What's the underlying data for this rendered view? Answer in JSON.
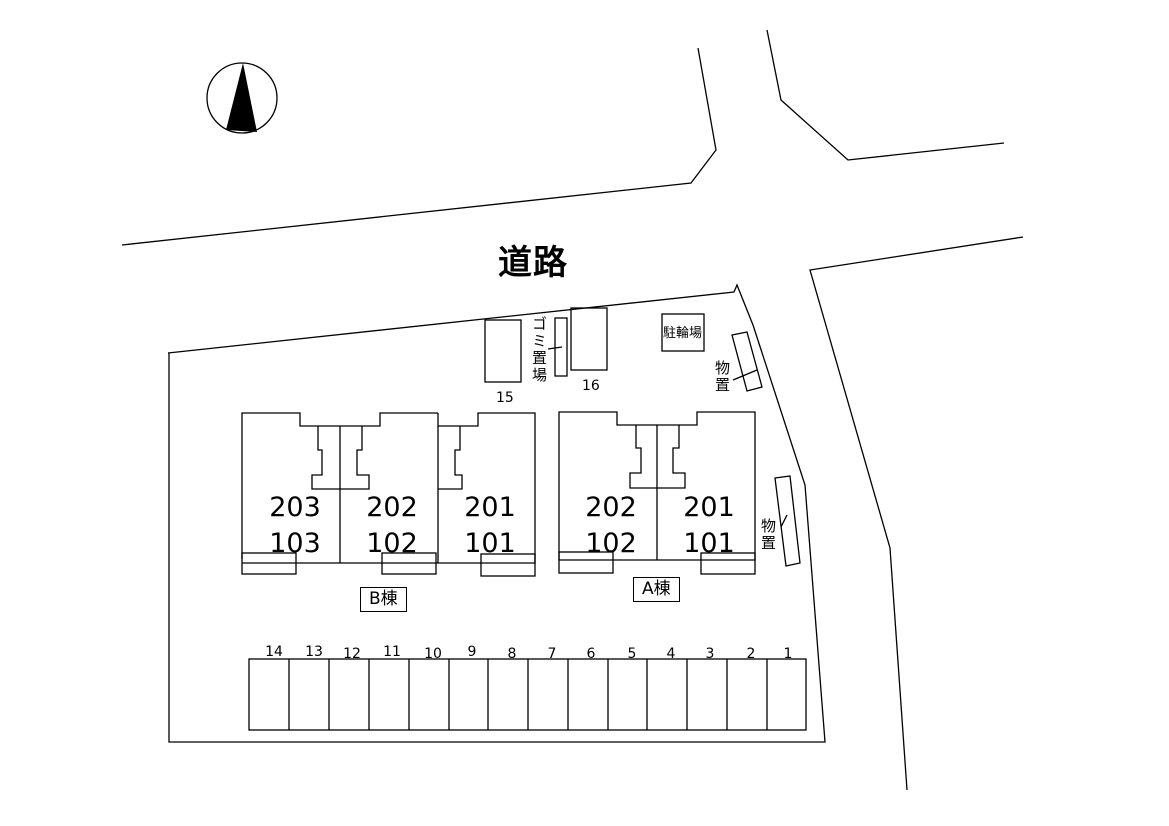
{
  "map": {
    "compass": {
      "icon": "north-arrow-icon",
      "direction": "N"
    },
    "road": {
      "label": "道路"
    },
    "facilities": {
      "garbage": {
        "label": "ゴミ置場"
      },
      "bicycle_parking": {
        "label": "駐輪場"
      },
      "storage_1": {
        "label": "物置"
      },
      "storage_2": {
        "label": "物置"
      }
    },
    "upper_parking": [
      {
        "number": "15"
      },
      {
        "number": "16"
      }
    ],
    "buildings": [
      {
        "label": "B棟",
        "units": [
          {
            "upper": "203",
            "lower": "103"
          },
          {
            "upper": "202",
            "lower": "102"
          },
          {
            "upper": "201",
            "lower": "101"
          }
        ]
      },
      {
        "label": "A棟",
        "units": [
          {
            "upper": "202",
            "lower": "102"
          },
          {
            "upper": "201",
            "lower": "101"
          }
        ]
      }
    ],
    "lower_parking": [
      "14",
      "13",
      "12",
      "11",
      "10",
      "9",
      "8",
      "7",
      "6",
      "5",
      "4",
      "3",
      "2",
      "1"
    ],
    "colors": {
      "line": "#000000",
      "background": "#ffffff"
    }
  }
}
